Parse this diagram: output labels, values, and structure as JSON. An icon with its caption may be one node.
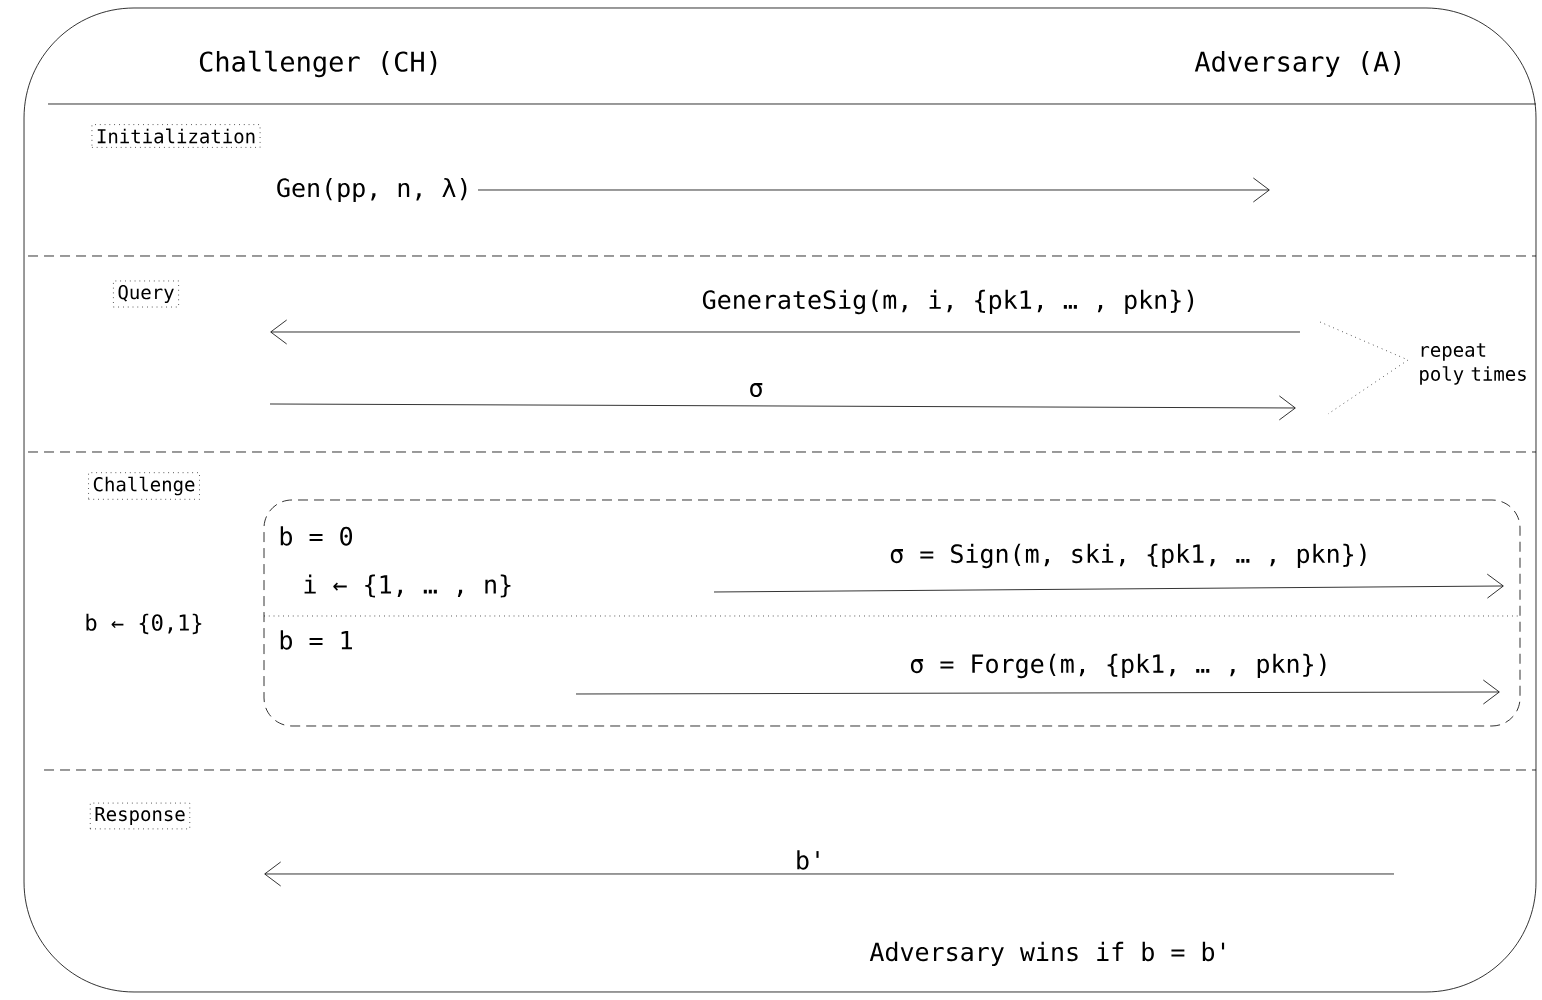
{
  "diagram": {
    "nodes": [
      {
        "text": [
          "Initialization"
        ]
      },
      {
        "text": [
          "Query"
        ]
      },
      {
        "text": [
          "Challenge"
        ]
      },
      {
        "text": [
          "b = 0",
          "i ← {1, … , n}",
          "b = 1"
        ]
      },
      {
        "text": [
          "Response"
        ]
      }
    ],
    "labels": [
      "Challenger (CH)",
      "Adversary (A)",
      "Gen(pp, n, λ)",
      "GenerateSig(m, i, {pk1, … , pkn})",
      "repeat poly times",
      "σ",
      "σ = Sign(m, ski, {pk1, … , pkn})",
      "b ← {0,1}",
      "σ = Forge(m, {pk1, … , pkn})",
      "b'",
      "Adversary wins if b = b'"
    ]
  }
}
